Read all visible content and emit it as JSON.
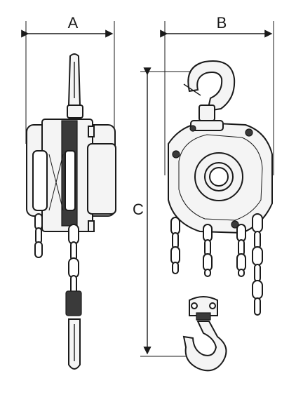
{
  "diagram": {
    "labels": {
      "width_side": "A",
      "width_front": "B",
      "height": "C"
    },
    "colors": {
      "line": "#1a1a1a",
      "fill_light": "#f4f4f4",
      "fill_dark": "#3a3a3a"
    }
  }
}
